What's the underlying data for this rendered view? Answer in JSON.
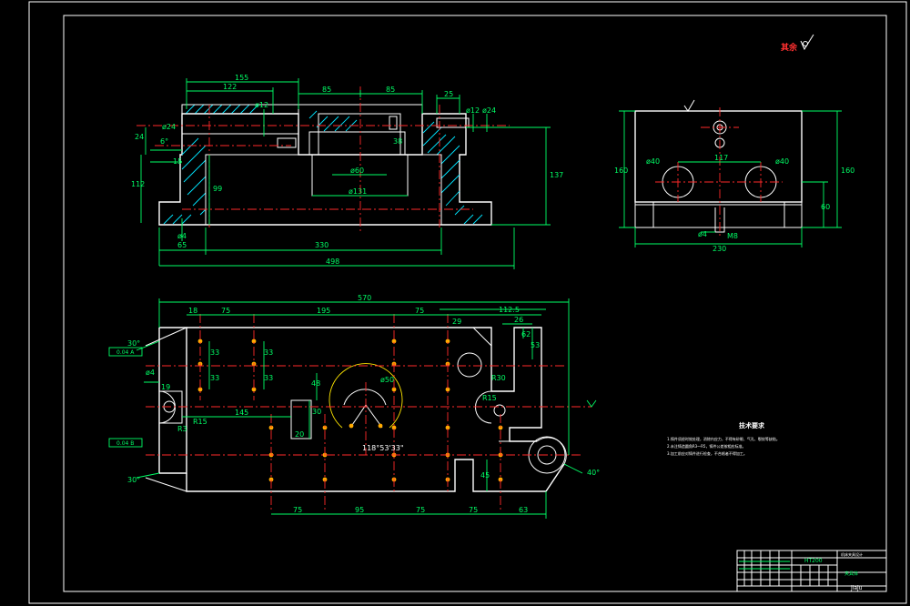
{
  "roughness": {
    "label": "其余"
  },
  "front_view": {
    "dims": {
      "d155": "155",
      "d122": "122",
      "d85a": "85",
      "d85b": "85",
      "d25": "25",
      "d24": "24",
      "d6": "6°",
      "d15": "15",
      "d112": "112",
      "d99": "99",
      "d137": "137",
      "phi12": "ø12",
      "phi24": "ø24",
      "phi12b": "ø12",
      "phi24b": "ø24",
      "phi60": "ø60",
      "phi131": "ø131",
      "d38": "38",
      "d65": "65",
      "d330": "330",
      "d498": "498",
      "phi4": "ø4"
    }
  },
  "side_view": {
    "dims": {
      "d160a": "160",
      "d160b": "160",
      "d117": "117",
      "phi40a": "ø40",
      "phi40b": "ø40",
      "d60": "60",
      "d230": "230",
      "phi4": "ø4",
      "m8": "M8"
    }
  },
  "top_view": {
    "dims": {
      "d570": "570",
      "d112_5": "112.5",
      "d18": "18",
      "d75a": "75",
      "d195": "195",
      "d75b": "75",
      "d29": "29",
      "d26": "26",
      "d62": "62",
      "d53": "53",
      "d30deg_a": "30°",
      "d30deg_b": "30°",
      "d40deg": "40°",
      "d33a": "33",
      "d33b": "33",
      "d33c": "33",
      "d33d": "33",
      "d48": "48",
      "d30": "30",
      "d20": "20",
      "phi50": "ø50",
      "angle": "118°53'33\"",
      "d19": "19",
      "r15a": "R15",
      "r3": "R3",
      "d145": "145",
      "r30": "R30",
      "r15b": "R15",
      "d45": "45",
      "phi4": "ø4",
      "b75a": "75",
      "b95": "95",
      "b75b": "75",
      "b75c": "75",
      "b63": "63",
      "tol1": "0.04 A",
      "tol2": "0.04 B"
    }
  },
  "tech_req": {
    "title": "技术要求",
    "lines": [
      "1.铸件须经时效处理，消除内应力，不得有砂眼、气孔、裂纹等缺陷。",
      "2.未注铸造圆角R3～R5，铸件公差按相应标准。",
      "3.加工前应对铸件进行检查，不合格者不得加工。"
    ]
  },
  "title_block": {
    "material": "HT200",
    "part_name": "夹具体",
    "drawing_name": "机床夹具设计",
    "code": "jiaju"
  }
}
